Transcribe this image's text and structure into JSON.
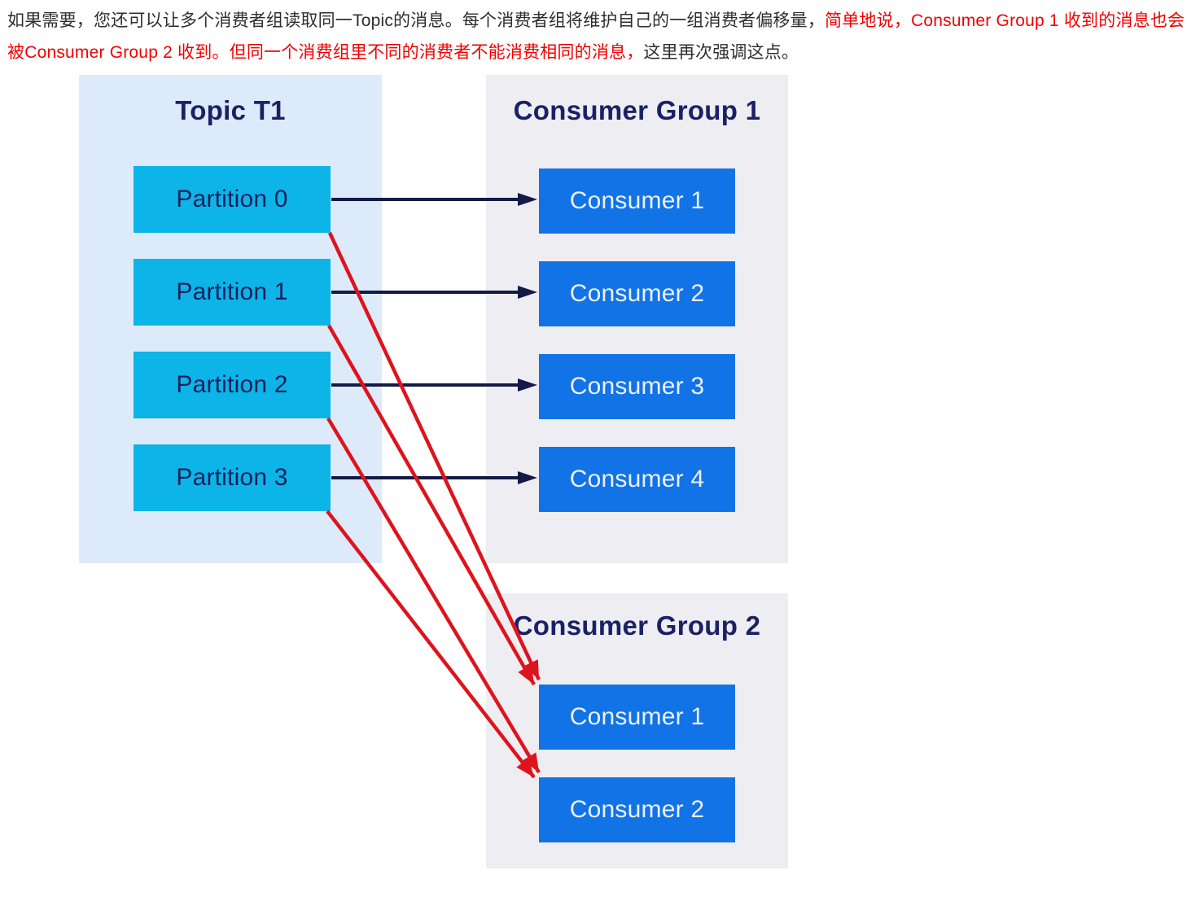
{
  "colors": {
    "page_bg": "#ffffff",
    "paragraph_text": "#2e2e2e",
    "paragraph_highlight": "#f20000",
    "topic_panel_bg": "#ddeafa",
    "group_panel_bg": "#eeedf2",
    "partition_box_bg": "#0db4e7",
    "partition_box_text": "#15205c",
    "consumer_box_bg": "#1273e6",
    "consumer_box_text": "#eaf1fd",
    "heading_text": "#1b2166",
    "mapping_arrow": "#141a46",
    "cross_group_arrow": "#dd141d"
  },
  "intro": {
    "segments": [
      {
        "text": "如果需要，您还可以让多个消费者组读取同一Topic的消息。每个消费者组将维护自己的一组消费者偏移量，",
        "color": "black"
      },
      {
        "text": "简单地说，Consumer Group 1 收到的消息也会被Consumer Group 2 收到。但同一个消费组里不同的消费者不能消费相同的消息，",
        "color": "red"
      },
      {
        "text": "这里再次强调这点。",
        "color": "black"
      }
    ]
  },
  "diagram": {
    "topic": {
      "title": "Topic T1",
      "partitions": [
        "Partition 0",
        "Partition 1",
        "Partition 2",
        "Partition 3"
      ]
    },
    "group1": {
      "title": "Consumer Group 1",
      "consumers": [
        "Consumer 1",
        "Consumer 2",
        "Consumer 3",
        "Consumer 4"
      ]
    },
    "group2": {
      "title": "Consumer Group 2",
      "consumers": [
        "Consumer 1",
        "Consumer 2"
      ]
    },
    "mappings_group1": [
      "Partition 0 → Consumer 1",
      "Partition 1 → Consumer 2",
      "Partition 2 → Consumer 3",
      "Partition 3 → Consumer 4"
    ],
    "mappings_group2": [
      "Partition 0 → Consumer 1",
      "Partition 1 → Consumer 1",
      "Partition 2 → Consumer 2",
      "Partition 3 → Consumer 2"
    ]
  }
}
